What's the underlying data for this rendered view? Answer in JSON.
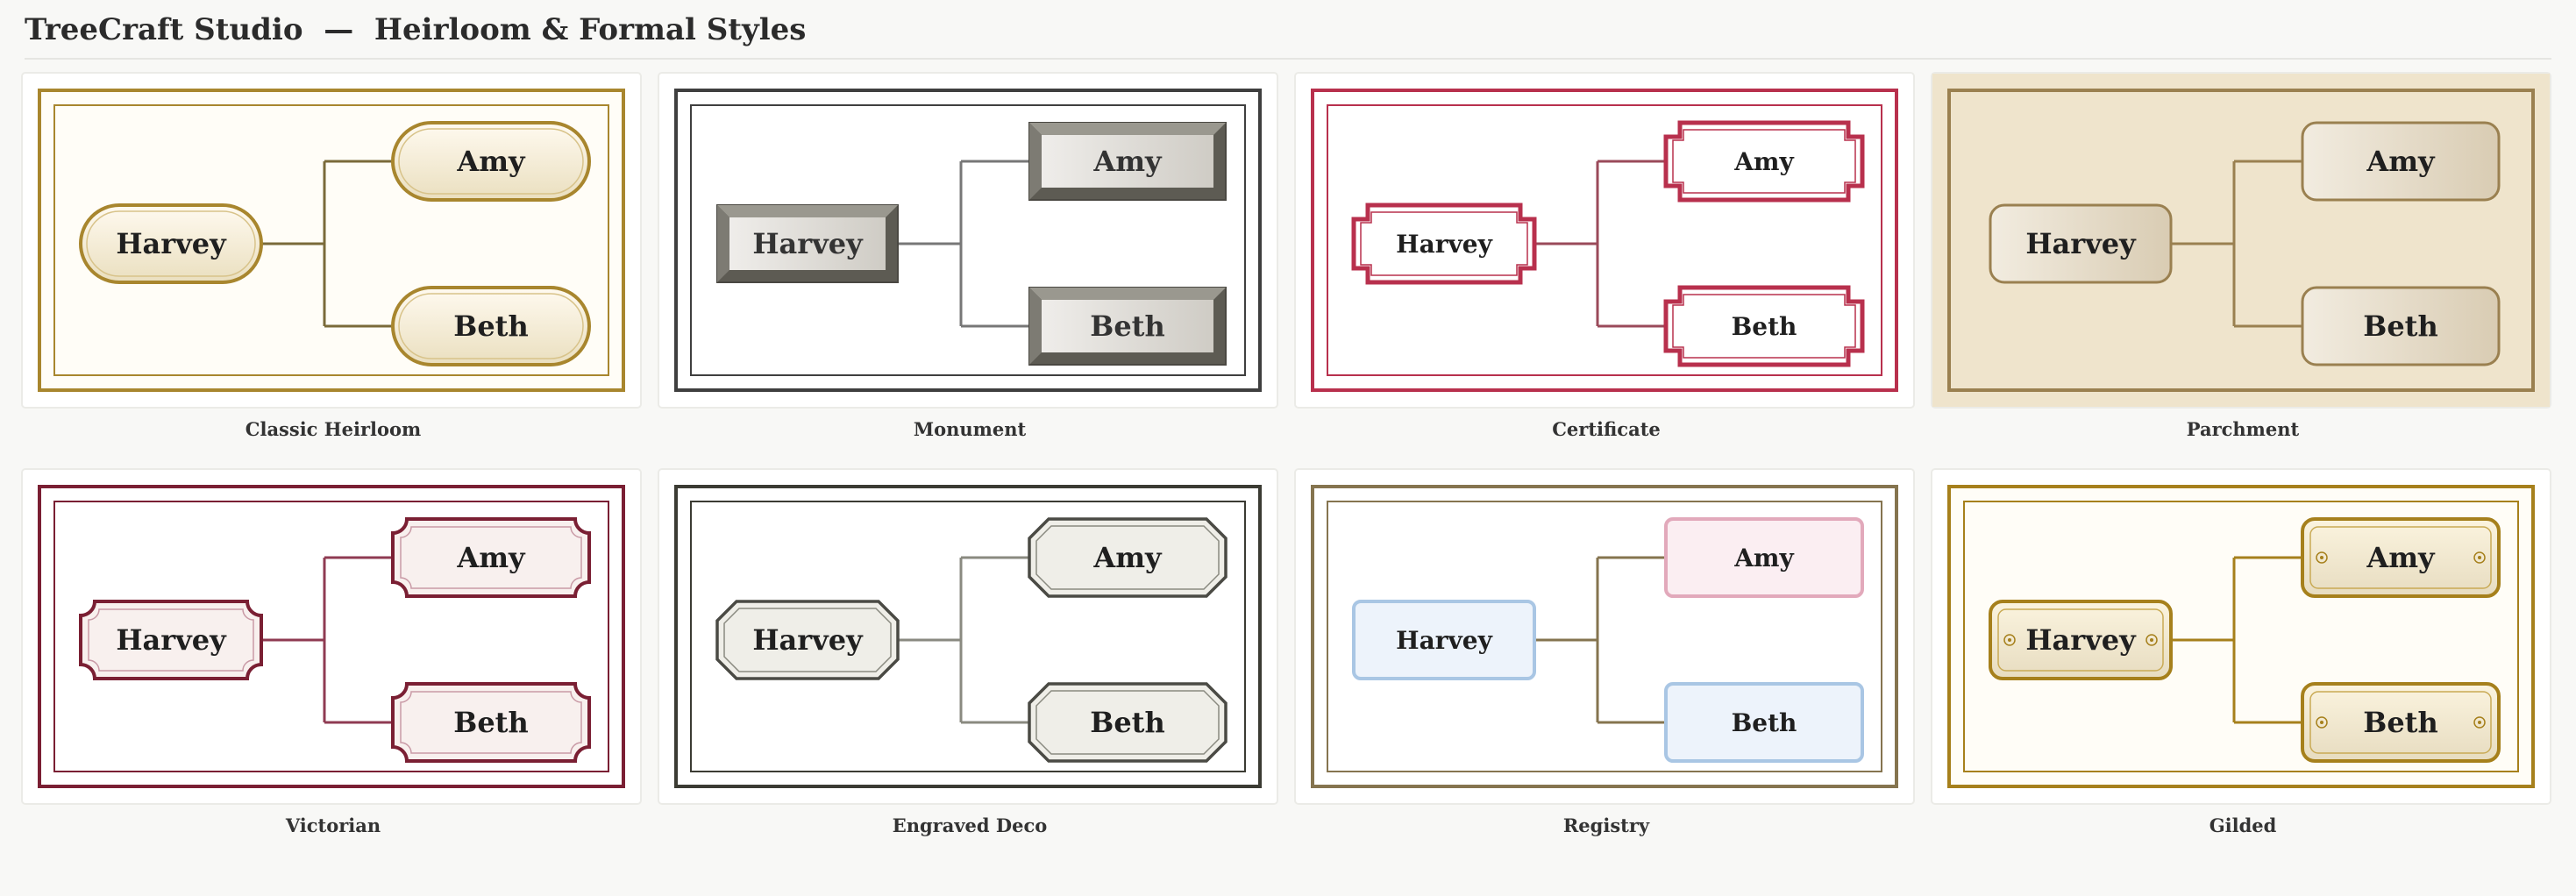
{
  "app": {
    "name": "TreeCraft Studio",
    "separator": "—",
    "subtitle": "Heirloom & Formal Styles"
  },
  "tree": {
    "root": "Harvey",
    "children": [
      "Amy",
      "Beth"
    ]
  },
  "styles": [
    {
      "name": "Classic Heirloom",
      "frame": "#a8862e",
      "connector": "#7a6a3a",
      "node_fill": "#f8efd8",
      "node_stroke": "#a8862e",
      "node_shape": "pill"
    },
    {
      "name": "Monument",
      "frame": "#3f3f3f",
      "connector": "#777777",
      "node_fill": "#e6e4e0",
      "node_stroke": "#55534c",
      "node_shape": "bevel"
    },
    {
      "name": "Certificate",
      "frame": "#b8304d",
      "connector": "#9a4a5a",
      "node_fill": "#ffffff",
      "node_stroke": "#b8304d",
      "node_shape": "stepped"
    },
    {
      "name": "Parchment",
      "frame": "#9a8050",
      "connector": "#9a8050",
      "node_fill": "#ebe3d2",
      "node_stroke": "#9a8050",
      "node_shape": "rounded",
      "card_background": "#efe4cc"
    },
    {
      "name": "Victorian",
      "frame": "#7a1f33",
      "connector": "#8f3b52",
      "node_fill": "#f8f0ee",
      "node_stroke": "#7a1f33",
      "node_shape": "notched"
    },
    {
      "name": "Engraved Deco",
      "frame": "#3b3b33",
      "connector": "#8a8a80",
      "node_fill": "#efeee8",
      "node_stroke": "#4a4a44",
      "node_shape": "octagon"
    },
    {
      "name": "Registry",
      "frame": "#85744f",
      "connector": "#85744f",
      "node_fill_root": "#edf3fb",
      "node_stroke_root": "#a9c6e4",
      "node_fill_amy": "#fbeef2",
      "node_stroke_amy": "#e2a9bb",
      "node_fill_beth": "#edf3fb",
      "node_stroke_beth": "#a9c6e4",
      "node_shape": "box"
    },
    {
      "name": "Gilded",
      "frame": "#a6801c",
      "connector": "#a6801c",
      "node_fill": "#f7efd8",
      "node_stroke": "#a6801c",
      "node_shape": "gilded"
    }
  ]
}
